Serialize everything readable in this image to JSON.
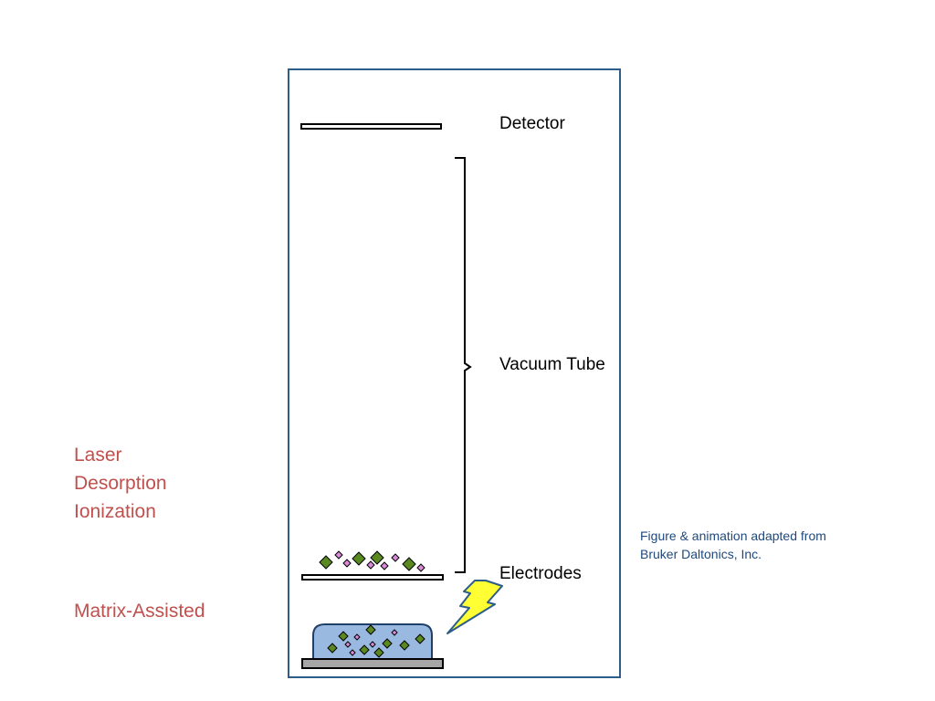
{
  "labels": {
    "detector": "Detector",
    "vacuum_tube": "Vacuum Tube",
    "electrodes": "Electrodes"
  },
  "ldi_lines": [
    "Laser",
    "Desorption",
    "Ionization"
  ],
  "matrix_assisted": "Matrix-Assisted",
  "credit_lines": [
    "Figure & animation adapted from",
    "Bruker Daltonics, Inc."
  ],
  "colors": {
    "frame": "#2e5d8a",
    "red_text": "#c0504d",
    "credit_text": "#1f497d",
    "matrix_blob": "#9ab9e0",
    "analyte": "#5a8a1f",
    "matrix_ion": "#d98ad9",
    "lightning": "#ffff33",
    "target_plate": "#a6a6a6"
  },
  "icons": {
    "laser": "lightning-bolt-icon"
  }
}
